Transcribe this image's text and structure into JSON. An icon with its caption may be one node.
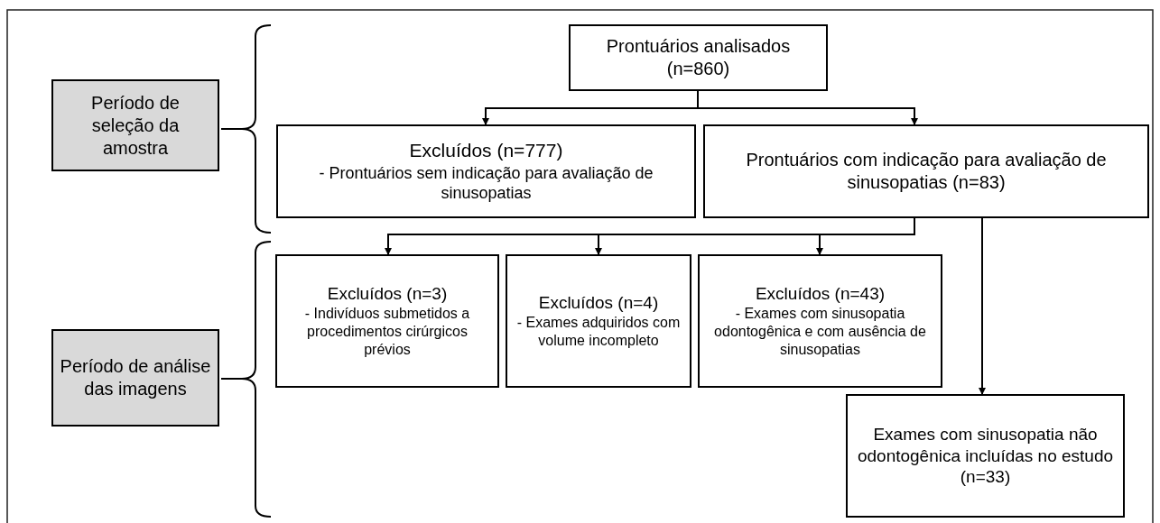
{
  "diagram": {
    "nodes": [
      {
        "text": [
          "Período de seleção da amostra"
        ]
      },
      {
        "text": [
          "Período de análise das imagens"
        ]
      },
      {
        "text": [
          "Prontuários analisados (n=860)"
        ]
      },
      {
        "text": [
          "Excluídos (n=777)",
          "- Prontuários sem indicação para avaliação de sinusopatias"
        ]
      },
      {
        "text": [
          "Prontuários com indicação para avaliação de sinusopatias (n=83)"
        ]
      },
      {
        "text": [
          "Excluídos (n=3)",
          "- Indivíduos submetidos a procedimentos cirúrgicos prévios"
        ]
      },
      {
        "text": [
          "Excluídos (n=4)",
          "- Exames adquiridos com volume incompleto"
        ]
      },
      {
        "text": [
          "Excluídos (n=43)",
          "- Exames com sinusopatia odontogênica e com ausência de sinusopatias"
        ]
      },
      {
        "text": [
          "Exames com sinusopatia não odontogênica incluídas no estudo (n=33)"
        ]
      }
    ],
    "edges": [
      {
        "from": 2,
        "to": 3,
        "arrow": "to"
      },
      {
        "from": 2,
        "to": 4,
        "arrow": "to"
      },
      {
        "from": 4,
        "to": 5,
        "arrow": "to"
      },
      {
        "from": 4,
        "to": 6,
        "arrow": "to"
      },
      {
        "from": 4,
        "to": 7,
        "arrow": "to"
      },
      {
        "from": 4,
        "to": 8,
        "arrow": "to"
      }
    ]
  }
}
